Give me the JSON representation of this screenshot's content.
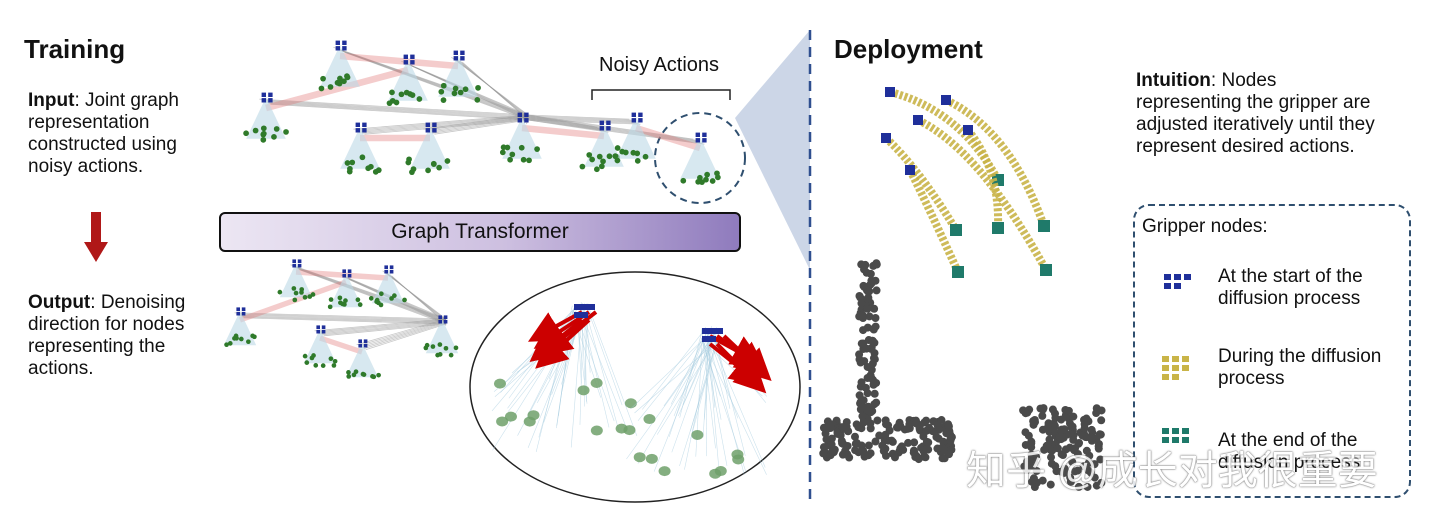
{
  "training": {
    "heading": "Training",
    "input_label": "Input",
    "input_text": ": Joint graph representation constructed using noisy actions.",
    "noisy_actions": "Noisy Actions",
    "graph_transformer": "Graph Transformer",
    "output_label": "Output",
    "output_text": ": Denoising direction for nodes representing the actions."
  },
  "deployment": {
    "heading": "Deployment",
    "intuition_label": "Intuition",
    "intuition_text": ": Nodes representing the gripper are adjusted iteratively until they represent desired actions."
  },
  "legend": {
    "title": "Gripper nodes:",
    "items": [
      {
        "text": "At the start of the diffusion process",
        "color": "#1f2f9a"
      },
      {
        "text": "During the diffusion process",
        "color": "#c9b448"
      },
      {
        "text": "At the end of the diffusion process",
        "color": "#1f7a6a"
      }
    ]
  },
  "watermark": "知乎 @成长对我很重要",
  "colors": {
    "node_green": "#2f7a2a",
    "node_blue": "#1f2f9a",
    "edge_gray": "#9a9a9a",
    "edge_red": "#e07070",
    "edge_purple": "#c8b4e0",
    "arrow_red": "#cc0000",
    "divider": "#2f4f8f",
    "cone": "#c6d2e4",
    "pointcloud": "#4a4a4a"
  }
}
